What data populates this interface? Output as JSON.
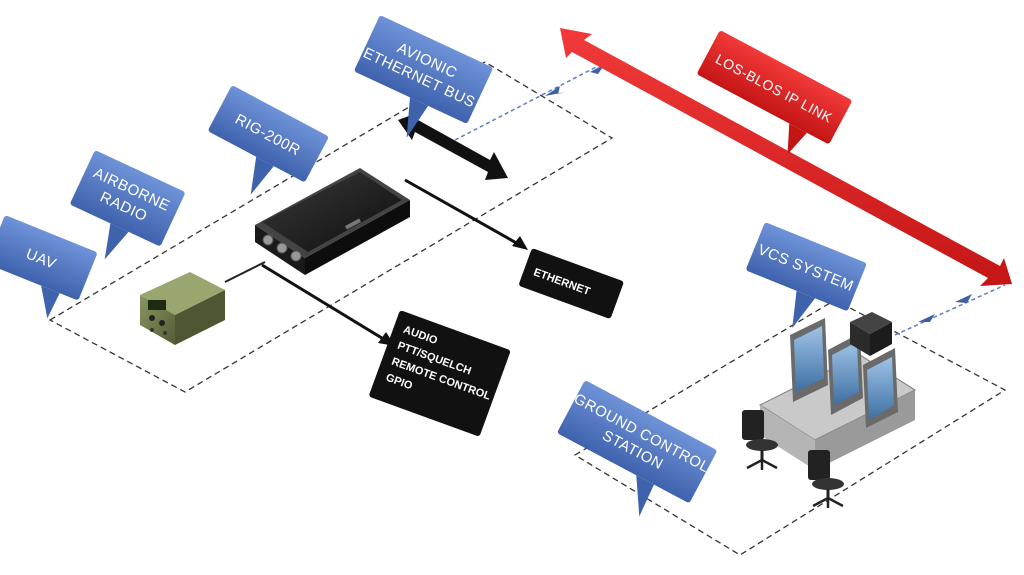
{
  "colors": {
    "callout_blue": "#5b7fc7",
    "callout_blue_dark": "#3f5fa8",
    "link_red": "#e01e1e",
    "label_black": "#111111",
    "radio_green": "#6f7a4a",
    "zone_line": "#333333"
  },
  "callouts": {
    "uav": "UAV",
    "airborne_radio": [
      "AIRBORNE",
      "RADIO"
    ],
    "rig": "RIG-200R",
    "avionic_bus": [
      "AVIONIC",
      "ETHERNET BUS"
    ],
    "vcs_system": "VCS SYSTEM",
    "ground_station": [
      "GROUND CONTROL",
      "STATION"
    ]
  },
  "link_label": "LOS-BLOS IP LINK",
  "ethernet_label": "ETHERNET",
  "interfaces_label": [
    "AUDIO",
    "PTT/SQUELCH",
    "REMOTE CONTROL",
    "GPIO"
  ],
  "icons": [
    "rig-200r-box-icon",
    "airborne-radio-icon",
    "vcs-console-icon",
    "office-chair-icon",
    "bidirectional-arrow-icon"
  ]
}
